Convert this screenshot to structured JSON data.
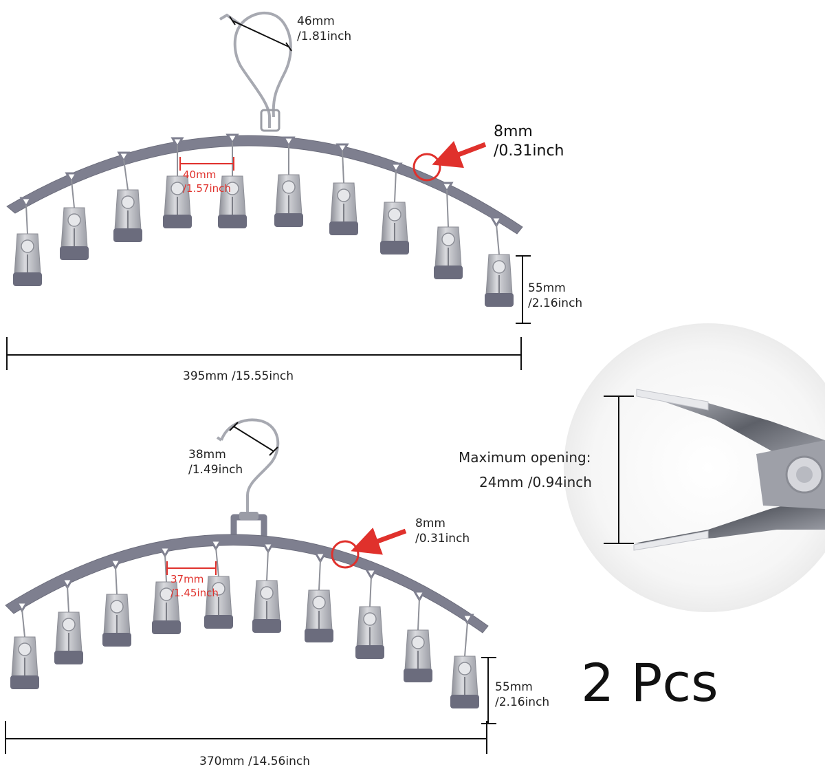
{
  "colors": {
    "hanger_gray": "#7e7f8f",
    "clip_steel": "#b9bbc2",
    "clip_pad": "#6b6c7d",
    "dim_line": "#111111",
    "accent_red": "#e0312c"
  },
  "hanger_top": {
    "hook_width": {
      "value": "46mm",
      "inch": "/1.81inch"
    },
    "clip_spacing": {
      "value": "40mm",
      "inch": "/1.57inch"
    },
    "hole_size": {
      "value": "8mm",
      "inch": "/0.31inch"
    },
    "clip_length": {
      "value": "55mm",
      "inch": "/2.16inch"
    },
    "total_length": "395mm /15.55inch",
    "clip_count": 10
  },
  "hanger_bottom": {
    "hook_width": {
      "value": "38mm",
      "inch": "/1.49inch"
    },
    "clip_spacing": {
      "value": "37mm",
      "inch": "/1.45inch"
    },
    "hole_size": {
      "value": "8mm",
      "inch": "/0.31inch"
    },
    "clip_length": {
      "value": "55mm",
      "inch": "/2.16inch"
    },
    "total_length": "370mm /14.56inch",
    "clip_count": 10
  },
  "clip_detail": {
    "title": "Maximum opening:",
    "value": "24mm /0.94inch"
  },
  "quantity": "2 Pcs"
}
